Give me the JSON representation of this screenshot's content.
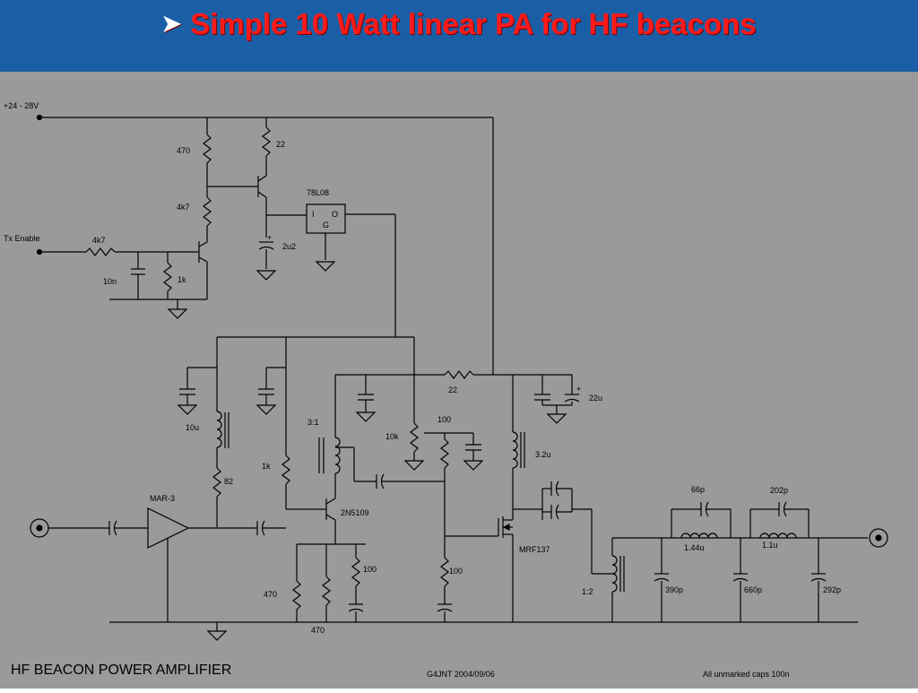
{
  "slide": {
    "title": "Simple 10 Watt linear PA for HF beacons",
    "bullet_icon": "arrow-bullet-icon",
    "colors": {
      "title_bar": "#1a5fa6",
      "title_text": "#ff1a1a",
      "schematic_bg": "#9a9a9a"
    }
  },
  "schematic": {
    "inputs": {
      "supply": "+24 - 28V",
      "tx_enable": "Tx Enable"
    },
    "parts": {
      "r_470_top": "470",
      "r_22_top": "22",
      "r_4k7_mid": "4k7",
      "r_4k7_in": "4k7",
      "regulator": "78L08",
      "reg_pin_i": "I",
      "reg_pin_o": "O",
      "reg_pin_g": "G",
      "c_2u2": "2u2",
      "c_10n": "10n",
      "r_1k_tx": "1k",
      "l_10u": "10u",
      "r_82": "82",
      "r_1k_bias": "1k",
      "mar3": "MAR-3",
      "xfmr_3to1": "3:1",
      "r_10k": "10k",
      "r_100_pot": "100",
      "r_22_series": "22",
      "c_22u": "22u",
      "l_3u2": "3.2u",
      "q_2n5109": "2N5109",
      "q_mrf137": "MRF137",
      "r_100_gate": "100",
      "r_100_emit": "100",
      "r_470_emit_a": "470",
      "r_470_emit_b": "470",
      "xfmr_1to2": "1:2",
      "c_66p": "66p",
      "c_202p": "202p",
      "l_1u44": "1.44u",
      "l_1u1": "1.1u",
      "c_390p": "390p",
      "c_660p": "660p",
      "c_292p": "292p",
      "plus_a": "+",
      "plus_b": "+"
    }
  },
  "footer": {
    "name": "HF BEACON POWER AMPLIFIER",
    "author_date": "G4JNT 2004/09/06",
    "note": "All unmarked caps 100n"
  }
}
